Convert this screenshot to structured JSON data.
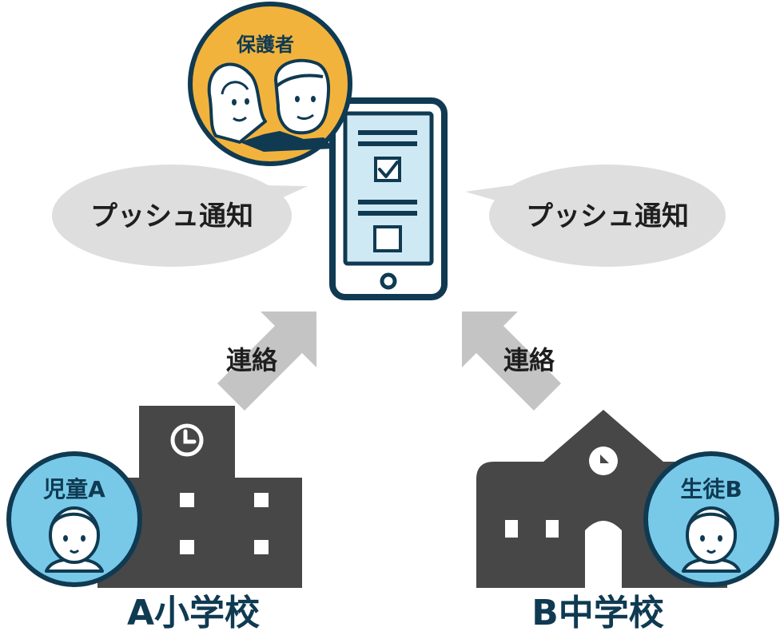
{
  "guardian": {
    "label": "保護者"
  },
  "notifications": [
    {
      "label": "プッシュ通知"
    },
    {
      "label": "プッシュ通知"
    }
  ],
  "contacts": [
    {
      "label": "連絡"
    },
    {
      "label": "連絡"
    }
  ],
  "students": [
    {
      "label": "児童A"
    },
    {
      "label": "生徒B"
    }
  ],
  "schools": [
    {
      "name": "A小学校"
    },
    {
      "name": "B中学校"
    }
  ],
  "colors": {
    "navy": "#0f3a52",
    "phone_screen": "#cfe9f4",
    "guardian_bg": "#f2b33d",
    "student_bg": "#78c9e8",
    "building": "#474747",
    "bubble": "#dedede",
    "arrow": "#c4c4c4"
  }
}
